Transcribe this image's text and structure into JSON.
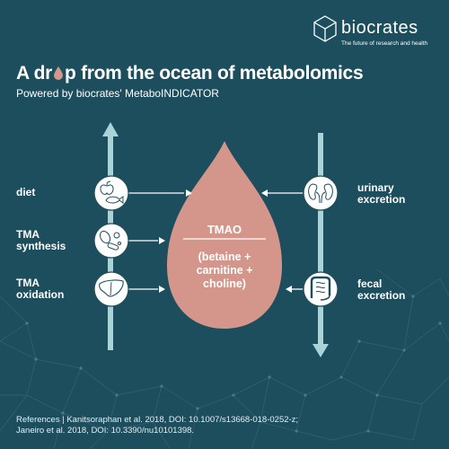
{
  "brand": {
    "name": "biocrates",
    "tagline": "The future of research and health",
    "logo_icon": "hexagon-cube-icon"
  },
  "header": {
    "title_before": "A dr",
    "title_after": "p from the ocean of metabolomics",
    "subtitle": "Powered by biocrates' MetaboINDICATOR"
  },
  "left_items": [
    {
      "label_lines": [
        "diet"
      ],
      "icon": "apple-fish-icon"
    },
    {
      "label_lines": [
        "TMA",
        "synthesis"
      ],
      "icon": "microbes-icon"
    },
    {
      "label_lines": [
        "TMA",
        "oxidation"
      ],
      "icon": "liver-icon"
    }
  ],
  "right_items": [
    {
      "label_lines": [
        "urinary",
        "excretion"
      ],
      "icon": "kidneys-icon"
    },
    {
      "label_lines": [
        "fecal",
        "excretion"
      ],
      "icon": "intestine-icon"
    }
  ],
  "center": {
    "label": "TMAO",
    "formula_lines": [
      "(betaine +",
      "carnitine +",
      "choline)"
    ]
  },
  "references": {
    "lines": [
      "References | Kanitsoraphan et al. 2018, DOI: 10.1007/s13668-018-0252-z;",
      "Janeiro et al. 2018, DOI: 10.3390/nu10101398."
    ]
  },
  "colors": {
    "background": "#1d4e5e",
    "arrow": "#a9d3d6",
    "drop": "#d4968a",
    "text": "#ffffff"
  }
}
